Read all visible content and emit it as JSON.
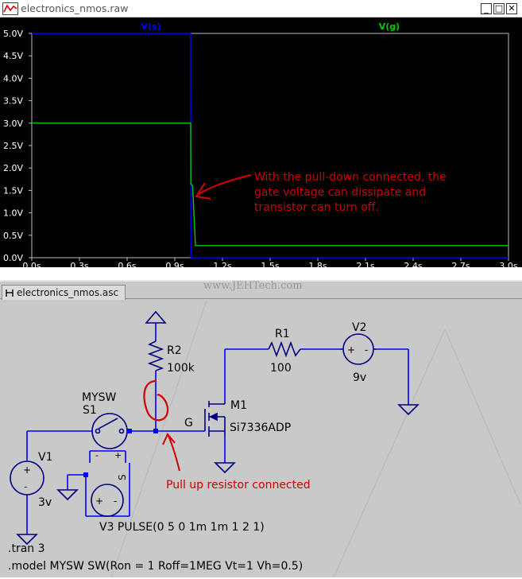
{
  "waveform_window": {
    "title": "electronics_nmos.raw",
    "controls": {
      "minimize": "_",
      "maximize": "□",
      "close": "✕"
    },
    "icon": "waveform-app-icon",
    "annotation": "With the pull-down connected, the\ngate voltage can dissipate and\ntransistor can turn off.",
    "annotation_lines": [
      "With the pull-down connected, the",
      "gate voltage can dissipate and",
      "transistor can turn off."
    ],
    "colors": {
      "background": "#000000",
      "vs": "#0000ff",
      "vg": "#00cc00",
      "annotation": "#cc0000"
    }
  },
  "chart_data": {
    "type": "line",
    "series": [
      {
        "name": "V(s)",
        "x": [
          0.0,
          0.999,
          1.0,
          1.001,
          3.0
        ],
        "values": [
          5.0,
          5.0,
          5.0,
          0.0,
          0.0
        ]
      },
      {
        "name": "V(g)",
        "x": [
          0.0,
          0.999,
          1.0,
          1.001,
          1.012,
          1.03,
          3.0
        ],
        "values": [
          3.0,
          3.0,
          3.0,
          1.65,
          1.6,
          0.27,
          0.27
        ]
      }
    ],
    "xlim": [
      0,
      3.0
    ],
    "ylim": [
      0,
      5.0
    ],
    "x_ticks": [
      "0.0s",
      "0.3s",
      "0.6s",
      "0.9s",
      "1.2s",
      "1.5s",
      "1.8s",
      "2.1s",
      "2.4s",
      "2.7s",
      "3.0s"
    ],
    "y_ticks": [
      "0.0V",
      "0.5V",
      "1.0V",
      "1.5V",
      "2.0V",
      "2.5V",
      "3.0V",
      "3.5V",
      "4.0V",
      "4.5V",
      "5.0V"
    ],
    "grid": false,
    "legend": "top"
  },
  "schematic_window": {
    "title": "electronics_nmos.asc",
    "watermark": "www.JEHTech.com",
    "labels": {
      "r2_name": "R2",
      "r2_value": "100k",
      "r1_name": "R1",
      "r1_value": "100",
      "v2_name": "V2",
      "v2_value": "9v",
      "m1_name": "M1",
      "m1_model": "Si7336ADP",
      "gate_label": "G",
      "sw_model": "MYSW",
      "sw_name": "S1",
      "v1_name": "V1",
      "v1_value": "3v",
      "v3_def": "V3 PULSE(0 5 0 1m 1m 1 2 1)",
      "tran": ".tran 3",
      "model": ".model MYSW SW(Ron = 1 Roff=1MEG Vt=1 Vh=0.5)",
      "sw_s_label": "S",
      "plus": "+",
      "minus": "-"
    },
    "annotation": "Pull up resistor connected",
    "colors": {
      "background": "#c9c9c9",
      "wire": "#0000ff",
      "component": "#000080",
      "text": "#000000",
      "annotation": "#cc0000"
    }
  }
}
